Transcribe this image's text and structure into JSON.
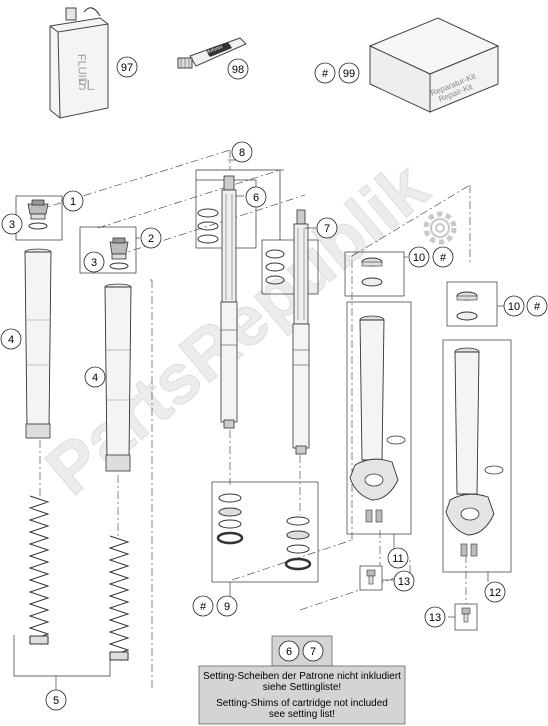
{
  "watermark": "PartsRepublik",
  "products": {
    "fluid": {
      "label_line1": "FLUID",
      "label_line2": "5L",
      "ref": "97"
    },
    "grease": {
      "label": "Motorex",
      "ref": "98"
    },
    "kit": {
      "ref_hash": "#",
      "ref": "99",
      "label_line1": "Reparatur-Kit",
      "label_line2": "Repair-Kit"
    }
  },
  "callouts": {
    "c1": "1",
    "c2": "2",
    "c3a": "3",
    "c3b": "3",
    "c4a": "4",
    "c4b": "4",
    "c5": "5",
    "c6": "6",
    "c7": "7",
    "c8": "8",
    "c9": "9",
    "c9_hash": "#",
    "c10a": "10",
    "c10a_hash": "#",
    "c10b": "10",
    "c10b_hash": "#",
    "c11": "11",
    "c12": "12",
    "c13a": "13",
    "c13b": "13"
  },
  "note": {
    "ref1": "6",
    "ref2": "7",
    "de_line1": "Setting-Scheiben der Patrone nicht inkludiert",
    "de_line2": "siehe Settingliste!",
    "en_line1": "Setting-Shims of cartridge not included",
    "en_line2": "see setting list!"
  }
}
